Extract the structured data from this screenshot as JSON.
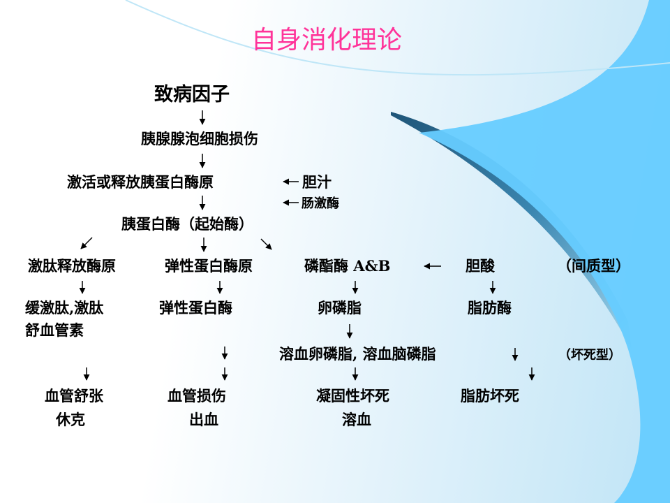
{
  "slide": {
    "title": "自身消化理论",
    "nodes": {
      "cause": "致病因子",
      "acinar": "胰腺腺泡细胞损伤",
      "activate": "激活或释放胰蛋白酶原",
      "bile": "胆汁",
      "enterokinase": "肠激酶",
      "trypsin": "胰蛋白酶（起始酶）",
      "kallikreinogen": "激肽释放酶原",
      "proelastase": "弹性蛋白酶原",
      "phospholipase": "磷酯酶 A&B",
      "bile_acid": "胆酸",
      "interstitial": "（间质型）",
      "bradykinin_1": "缓激肽,激肽",
      "bradykinin_2": "舒血管素",
      "elastase": "弹性蛋白酶",
      "lecithin": "卵磷脂",
      "lipase": "脂肪酶",
      "lysolecithin": "溶血卵磷脂, 溶血脑磷脂",
      "necrotic": "（坏死型）",
      "vasodilation_1": "血管舒张",
      "vasodilation_2": "休克",
      "vessel_injury_1": "血管损伤",
      "vessel_injury_2": "出血",
      "coag_necrosis_1": "凝固性坏死",
      "coag_necrosis_2": "溶血",
      "fat_necrosis": "脂肪坏死"
    }
  },
  "colors": {
    "title": "#ff3399",
    "decor_dark": "#2f6a8e",
    "decor_light": "#66ccff"
  }
}
